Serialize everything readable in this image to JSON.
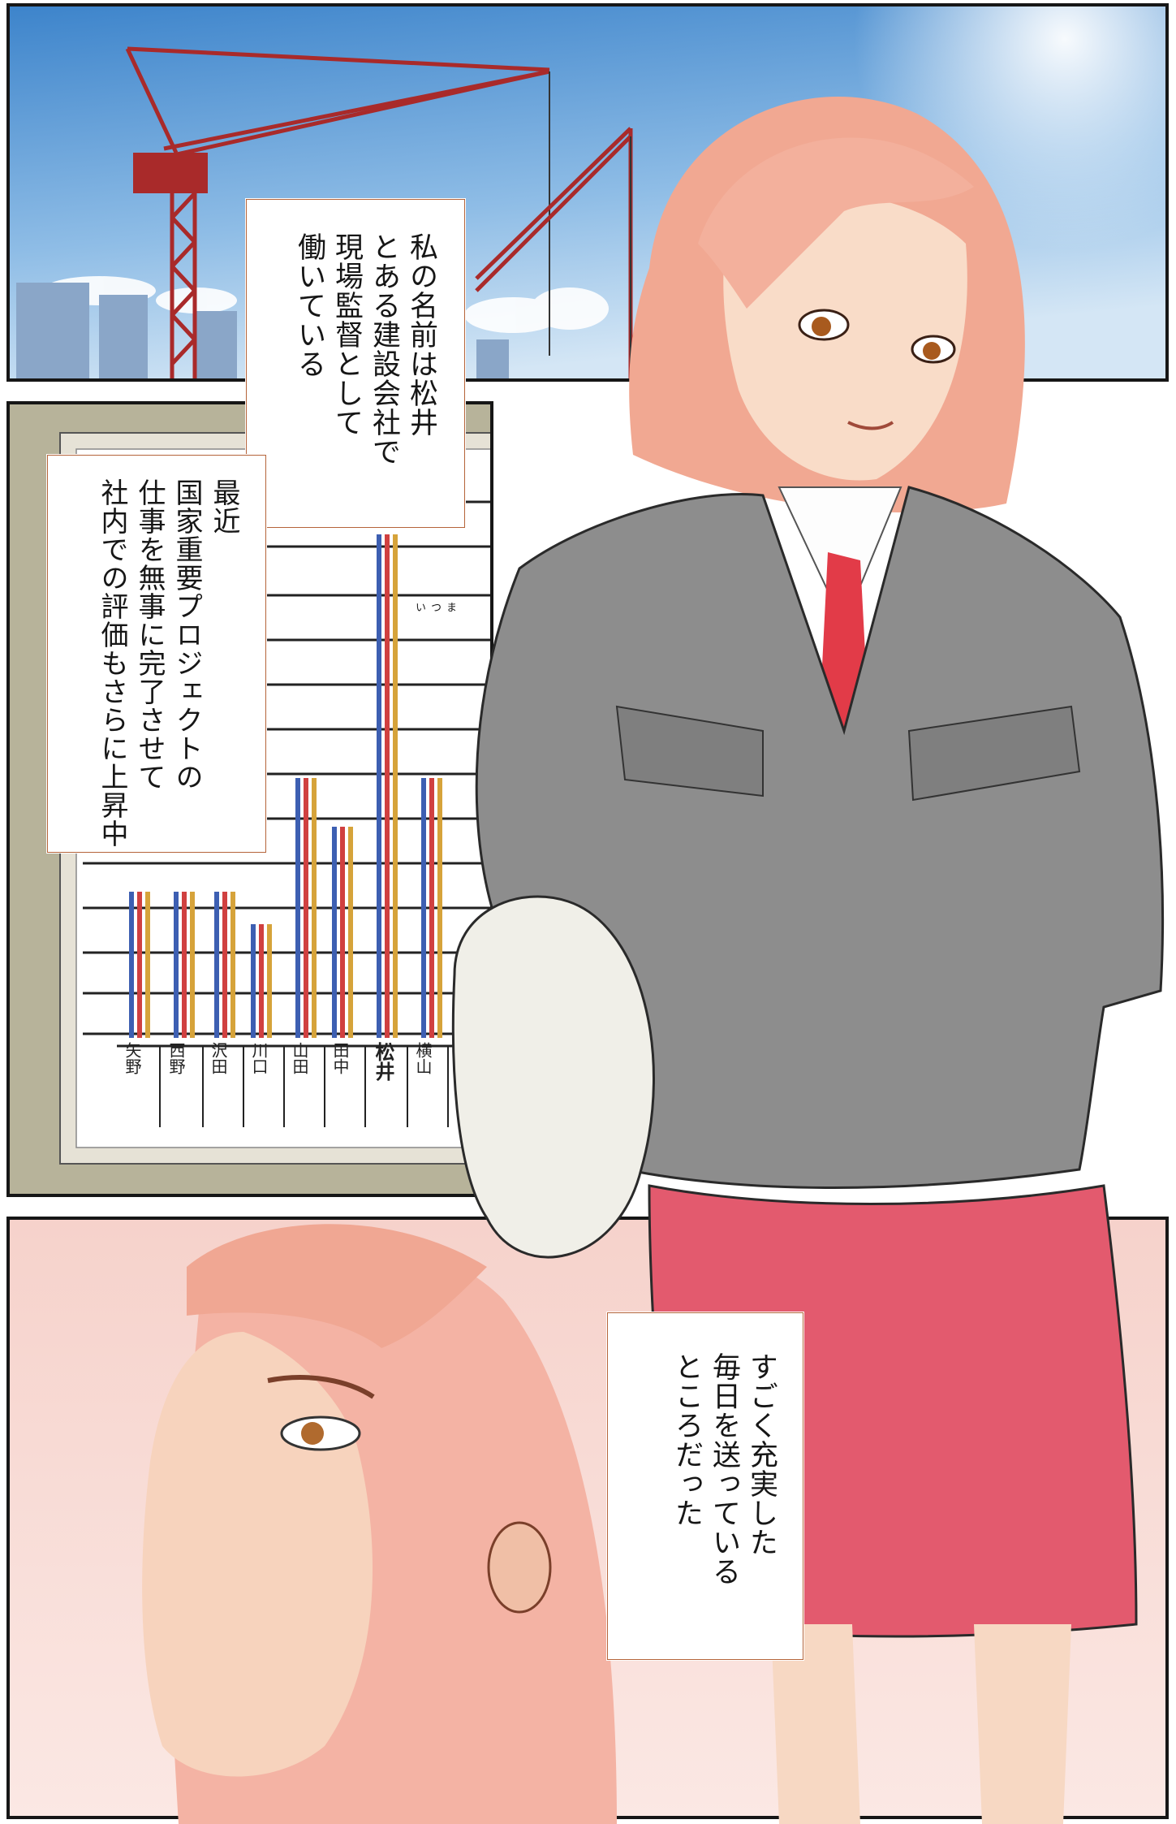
{
  "captions": [
    {
      "text": "私の名前は松井\nとある建設会社で\n現場監督として\n働いている",
      "ruby": "まつい"
    },
    {
      "text": "最近\n国家重要プロジェクトの\n仕事を無事に完了させて\n社内での評価もさらに上昇中"
    },
    {
      "text": "すごく充実した\n毎日を送っている\nところだった"
    }
  ],
  "chart_names": [
    "矢野",
    "西野",
    "沢田",
    "川口",
    "山田",
    "田中",
    "松井",
    "横山"
  ],
  "colors": {
    "sky_top": "#3f86cc",
    "sky_bottom": "#bcd7ef",
    "crane_red": "#a92a2a",
    "hair": "#f1a892",
    "jacket": "#8d8d8d",
    "skirt": "#e35a6e",
    "tie": "#e23b48",
    "bar_blue": "#3d5fb2",
    "bar_red": "#d04040",
    "bar_yellow": "#d6a33a",
    "caption_border": "#b5643a"
  }
}
